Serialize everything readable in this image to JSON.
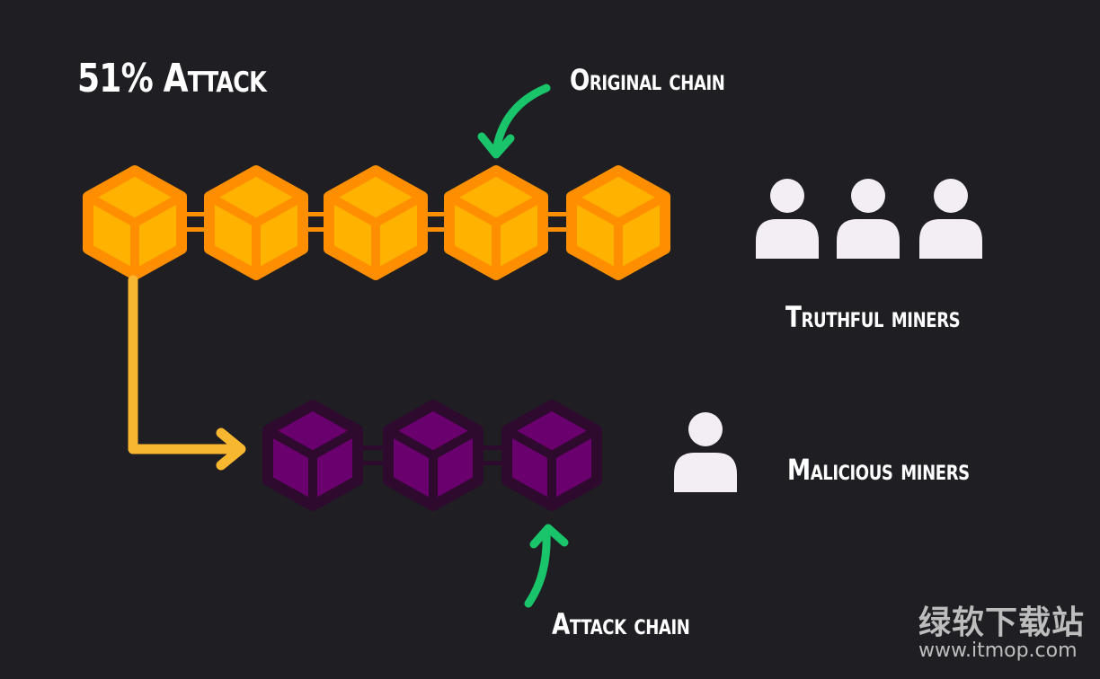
{
  "title": "51% Attack",
  "labels": {
    "original_chain": "Original chain",
    "truthful_miners": "Truthful miners",
    "malicious_miners": "Malicious miners",
    "attack_chain": "Attack chain"
  },
  "watermark": {
    "text_cn": "绿软下载站",
    "url": "www.itmop.com"
  },
  "colors": {
    "background": "#1f1e22",
    "original_block_face": "#ffb300",
    "original_block_edge": "#ff8f00",
    "attack_block_face": "#6a006e",
    "attack_block_edge": "#2e0a2e",
    "fork_arrow": "#f7b731",
    "pointer_arrow": "#19c46a",
    "miner_icon": "#f3eef3",
    "text": "#ffffff"
  },
  "icons": {
    "block": "cube-icon",
    "miner": "person-icon",
    "pointer": "curved-arrow-icon"
  }
}
